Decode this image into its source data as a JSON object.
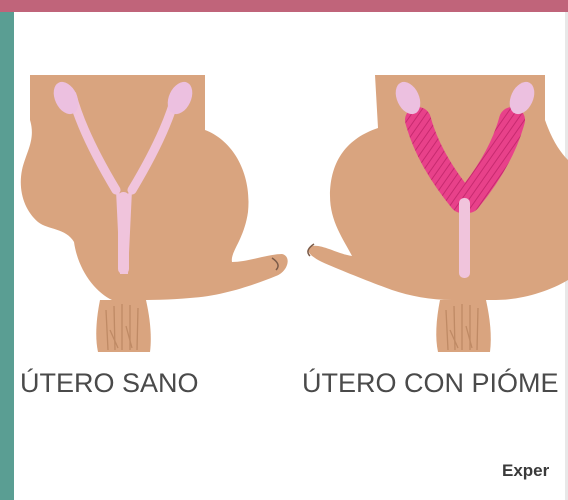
{
  "labels": {
    "healthy": "ÚTERO SANO",
    "pyometra": "ÚTERO CON PIÓME"
  },
  "credit": "Exper",
  "colors": {
    "top_bar": "#c0647a",
    "left_bar": "#5a9e93",
    "skin": "#d9a47f",
    "uterus_healthy": "#f0c4dc",
    "uterus_infected": "#e8418a",
    "ovary": "#ecc0e0"
  }
}
